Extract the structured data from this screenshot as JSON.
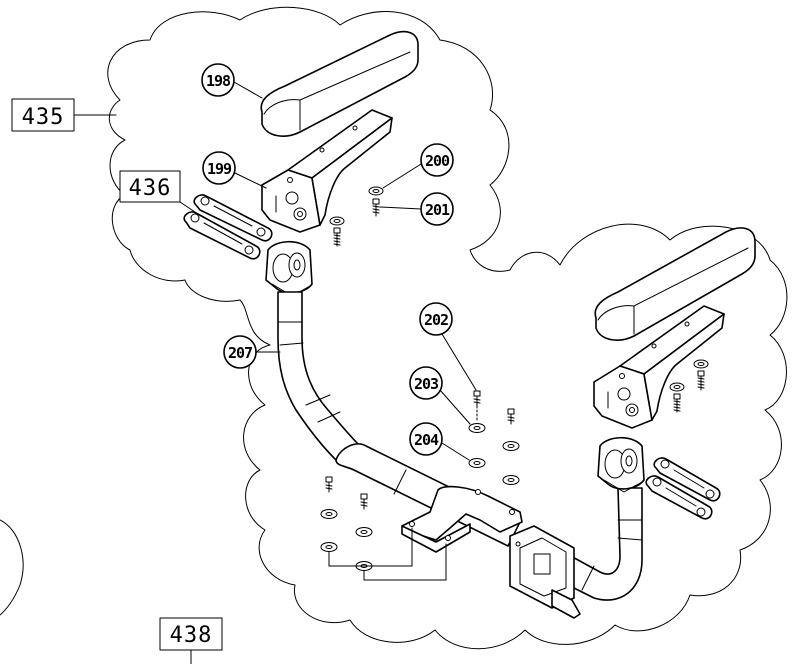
{
  "assembly_labels": {
    "a435": "435",
    "a436": "436",
    "a438": "438"
  },
  "callouts": {
    "c198": "198",
    "c199": "199",
    "c200": "200",
    "c201": "201",
    "c202": "202",
    "c203": "203",
    "c204": "204",
    "c207": "207"
  },
  "colors": {
    "line": "#000000",
    "background": "#ffffff"
  }
}
